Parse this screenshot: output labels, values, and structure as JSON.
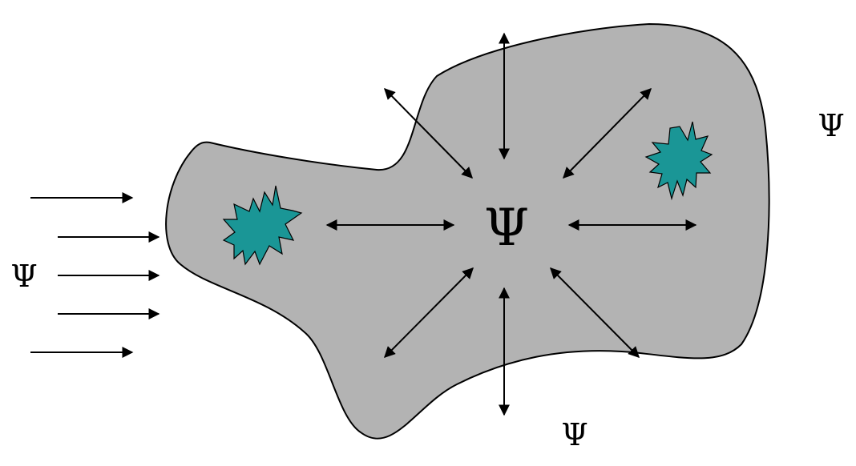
{
  "labels": {
    "center_symbol": "Ψ",
    "left_symbol": "Ψ",
    "right_symbol": "Ψ",
    "bottom_symbol": "Ψ"
  },
  "colors": {
    "region_fill": "#b3b3b3",
    "region_stroke": "#000000",
    "star_fill": "#1a9696",
    "arrow": "#000000",
    "background": "#ffffff"
  },
  "counts": {
    "incoming_arrows": 5,
    "bidirectional_arrows": 8,
    "stars": 2
  }
}
